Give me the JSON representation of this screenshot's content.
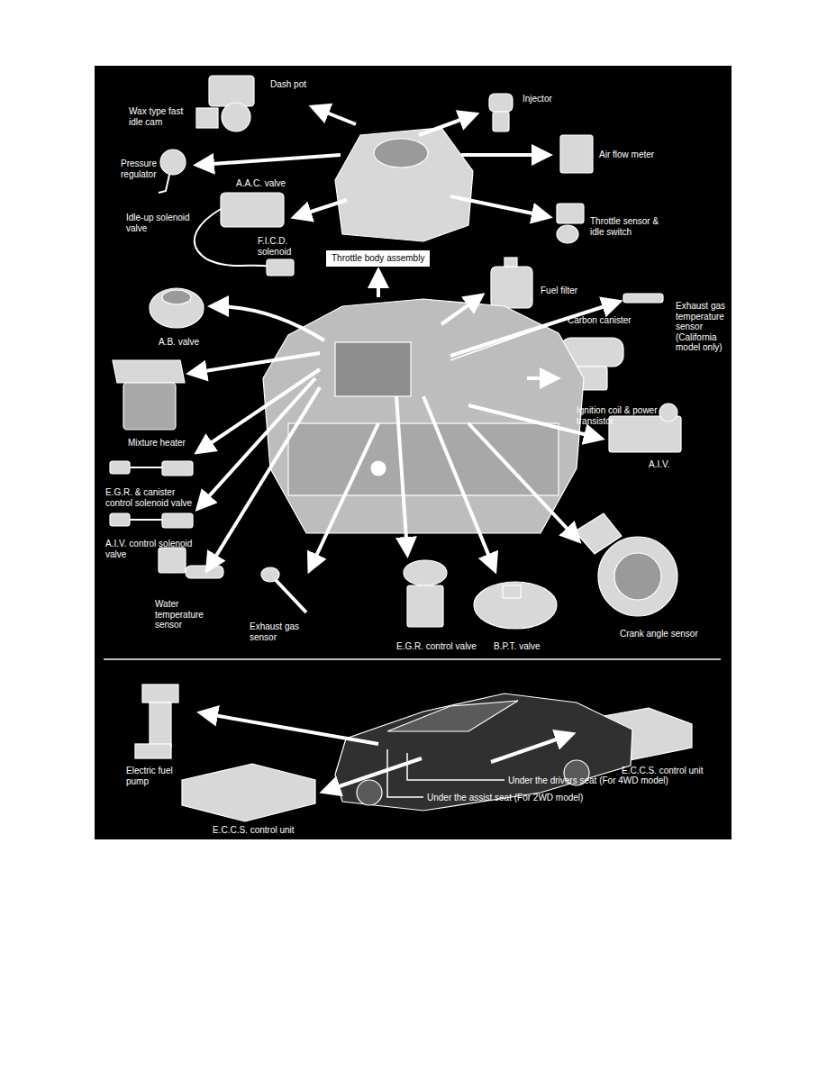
{
  "diagram": {
    "nodes": [
      {
        "text": [
          "Throttle body assembly"
        ]
      }
    ],
    "labels": [
      "Dash pot",
      "Wax type fast idle cam",
      "Injector",
      "Pressure regulator",
      "Air flow meter",
      "A.A.C. valve",
      "Idle-up solenoid valve",
      "F.I.C.D. solenoid",
      "Throttle sensor & idle switch",
      "Fuel filter",
      "Exhaust gas temperature sensor (California model only)",
      "Carbon canister",
      "A.B. valve",
      "Ignition coil & power transistor",
      "Mixture heater",
      "A.I.V.",
      "E.G.R. & canister control solenoid valve",
      "A.I.V. control solenoid valve",
      "Water temperature sensor",
      "Exhaust gas sensor",
      "E.G.R. control valve",
      "B.P.T. valve",
      "Crank angle sensor",
      "Electric fuel pump",
      "E.C.C.S. control unit",
      "Under the drivers seat (For 4WD model)",
      "Under the assist seat (For 2WD model)",
      "E.C.C.S. control unit"
    ]
  }
}
